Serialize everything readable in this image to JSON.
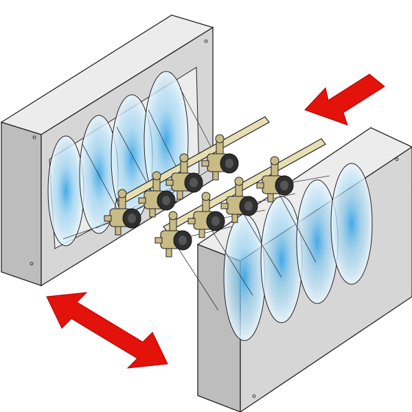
{
  "colors": {
    "background": "#ffffff",
    "panel_front": "#d9d9d9",
    "panel_side": "#bdbdbd",
    "panel_top": "#ececec",
    "outline": "#222222",
    "spray_core": "#3aa6e6",
    "arrow": "#e3120b",
    "pipe": "#e7dfb2",
    "gun_body": "#c9bb86",
    "gun_head": "#2f2f2f"
  },
  "icons": [
    "spray-gun-icon",
    "double-arrow-icon",
    "arrow-icon"
  ],
  "spray_patterns": {
    "left_panel": 4,
    "right_panel": 4
  },
  "spray_guns": {
    "upper_manifold": 4,
    "lower_manifold": 4
  }
}
